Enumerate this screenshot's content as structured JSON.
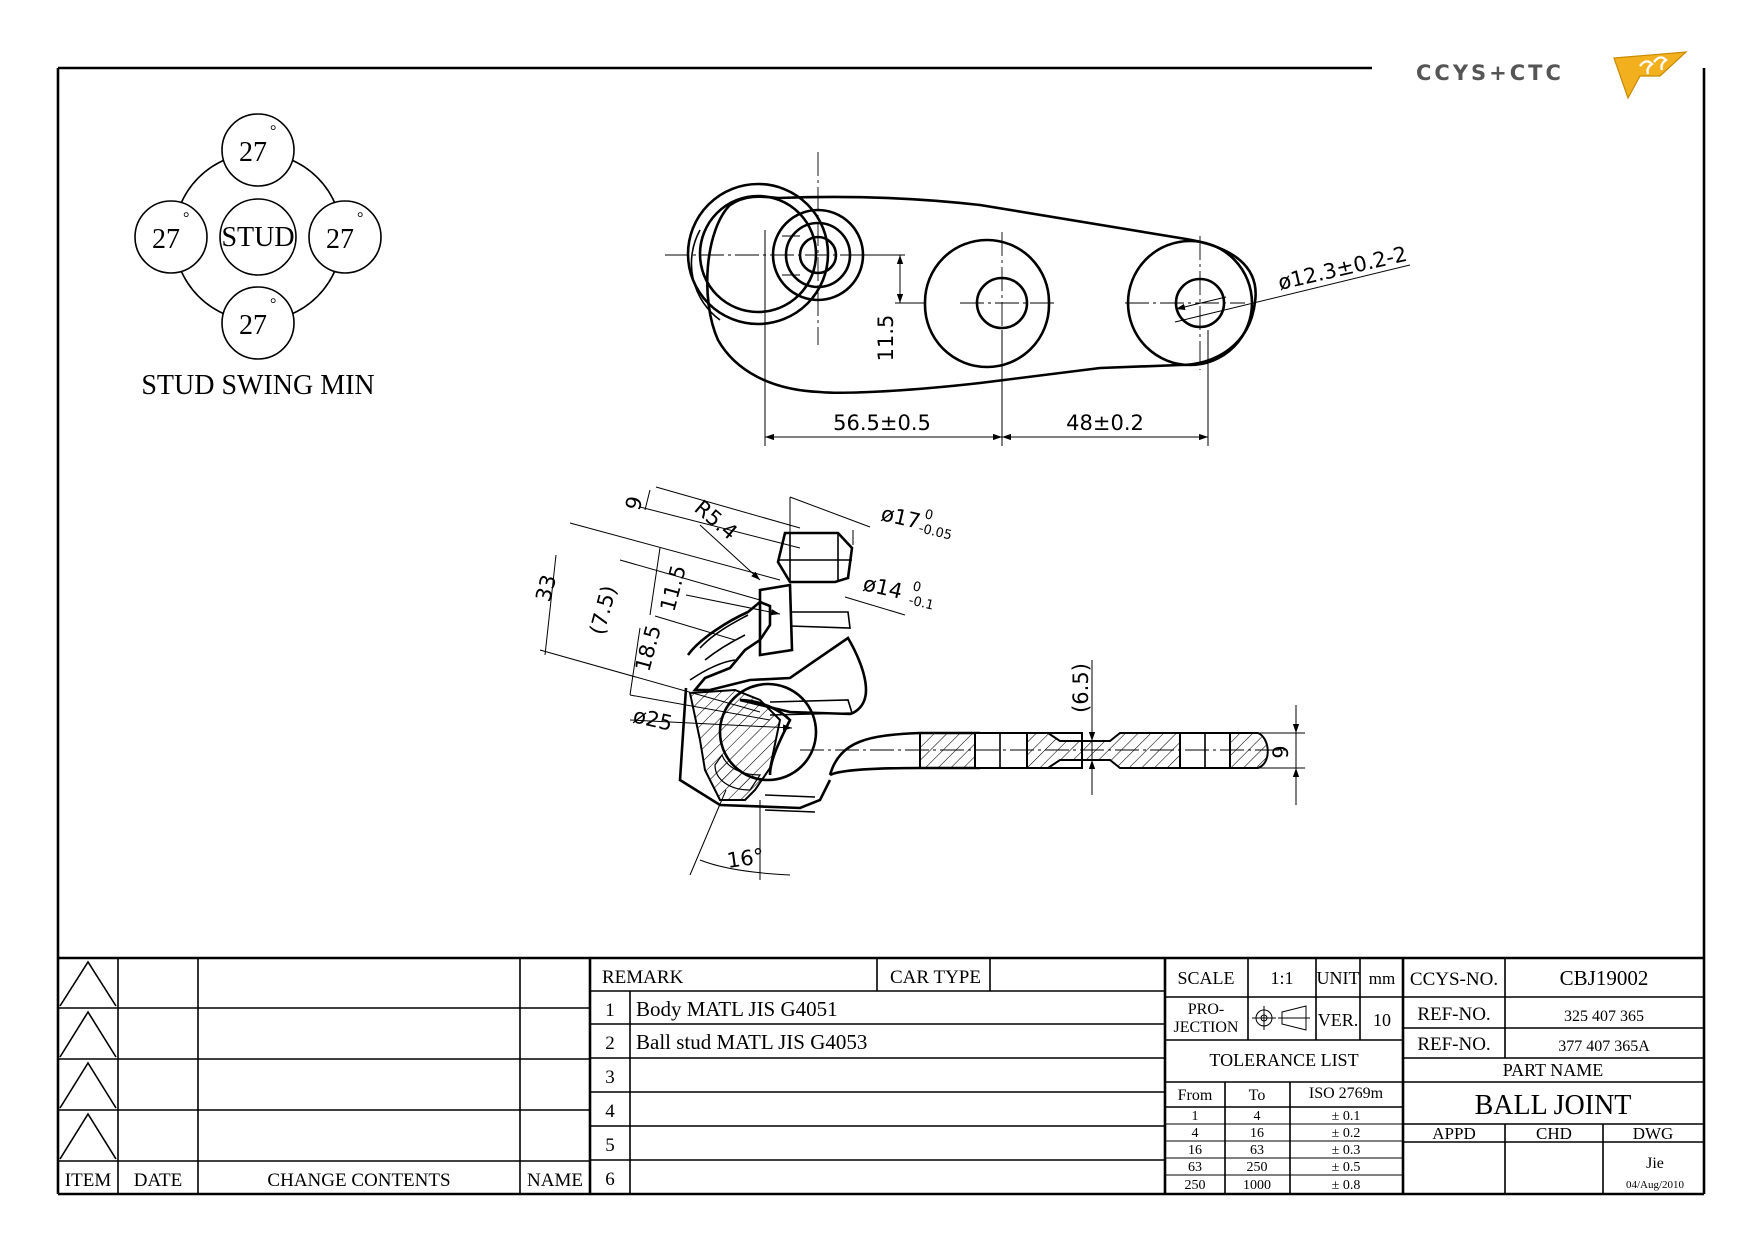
{
  "logo": {
    "text": "CCYS+CTC"
  },
  "stud_swing": {
    "title": "STUD SWING MIN",
    "center_label": "STUD",
    "angles": {
      "top": "27",
      "left": "27",
      "right": "27",
      "bottom": "27"
    },
    "degree": "°"
  },
  "top_view": {
    "dims": {
      "d1": "56.5±0.5",
      "d2": "48±0.2",
      "d3": "11.5",
      "hole": "ø12.3±0.2-2"
    }
  },
  "side_view": {
    "dims": {
      "h33": "33",
      "h9": "9",
      "r54": "R5.4",
      "d17": "ø17",
      "d17_tol_u": "0",
      "d17_tol_l": "-0.05",
      "d14": "ø14",
      "d14_tol_u": "0",
      "d14_tol_l": "-0.1",
      "d75": "(7.5)",
      "d115": "11.5",
      "d185": "18.5",
      "d25": "ø25",
      "d65": "(6.5)",
      "t9": "9",
      "angle16": "16°"
    }
  },
  "title_block": {
    "revision": {
      "headers": {
        "item": "ITEM",
        "date": "DATE",
        "change": "CHANGE CONTENTS",
        "name": "NAME"
      }
    },
    "remark": {
      "label": "REMARK",
      "car_type_label": "CAR TYPE",
      "car_type_value": "",
      "rows": [
        {
          "no": "1",
          "text": "Body MATL JIS G4051"
        },
        {
          "no": "2",
          "text": "Ball stud MATL JIS G4053"
        },
        {
          "no": "3",
          "text": ""
        },
        {
          "no": "4",
          "text": ""
        },
        {
          "no": "5",
          "text": ""
        },
        {
          "no": "6",
          "text": ""
        }
      ]
    },
    "scale_label": "SCALE",
    "scale_value": "1:1",
    "unit_label": "UNIT",
    "unit_value": "mm",
    "projection_label_1": "PRO-",
    "projection_label_2": "JECTION",
    "ver_label": "VER.",
    "ver_value": "10",
    "tolerance": {
      "title": "TOLERANCE LIST",
      "headers": {
        "from": "From",
        "to": "To",
        "iso": "ISO 2769m"
      },
      "rows": [
        {
          "from": "1",
          "to": "4",
          "tol": "± 0.1"
        },
        {
          "from": "4",
          "to": "16",
          "tol": "± 0.2"
        },
        {
          "from": "16",
          "to": "63",
          "tol": "± 0.3"
        },
        {
          "from": "63",
          "to": "250",
          "tol": "± 0.5"
        },
        {
          "from": "250",
          "to": "1000",
          "tol": "± 0.8"
        }
      ]
    },
    "ccys_no_label": "CCYS-NO.",
    "ccys_no_value": "CBJ19002",
    "ref_label_1": "REF-NO.",
    "ref_value_1": "325 407 365",
    "ref_label_2": "REF-NO.",
    "ref_value_2": "377 407 365A",
    "part_name_label": "PART NAME",
    "part_name_value": "BALL JOINT",
    "appd_label": "APPD",
    "chd_label": "CHD",
    "dwg_label": "DWG",
    "drawer": "Jie",
    "date": "04/Aug/2010"
  }
}
